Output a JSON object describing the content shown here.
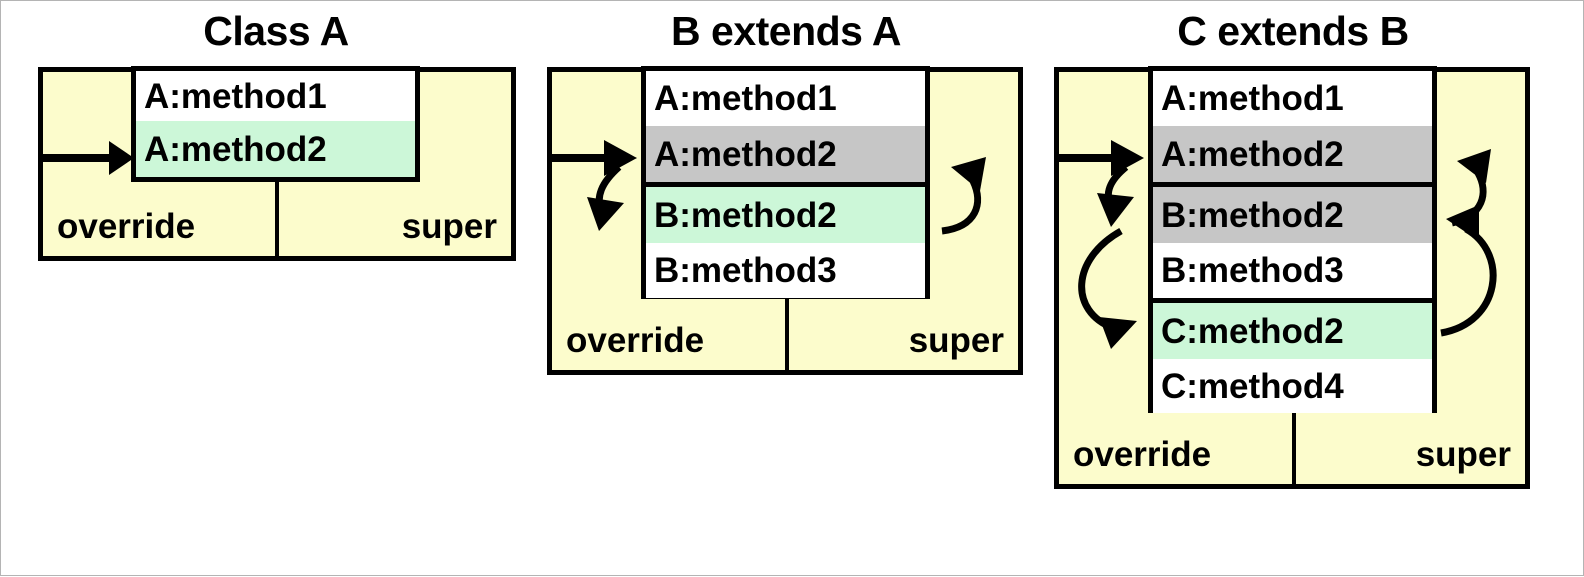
{
  "diagram": {
    "title_hidden": "Java method override / super resolution diagram",
    "colors": {
      "panel_fill": "#fcfccc",
      "highlight_green": "#ccf7d8",
      "highlight_gray": "#c6c6c6",
      "plain": "#ffffff",
      "stroke": "#000000"
    },
    "footer_labels": {
      "override": "override",
      "super": "super"
    },
    "panels": [
      {
        "id": "class-a",
        "title": "Class A",
        "groups": [
          {
            "owner": "A",
            "methods": [
              {
                "label": "A:method1",
                "state": "plain"
              },
              {
                "label": "A:method2",
                "state": "green"
              }
            ]
          }
        ],
        "footer": {
          "override": "override",
          "super": "super"
        },
        "override_arrows": 1,
        "super_arrows": 0
      },
      {
        "id": "b-extends-a",
        "title": "B extends A",
        "groups": [
          {
            "owner": "A",
            "methods": [
              {
                "label": "A:method1",
                "state": "plain"
              },
              {
                "label": "A:method2",
                "state": "gray"
              }
            ]
          },
          {
            "owner": "B",
            "methods": [
              {
                "label": "B:method2",
                "state": "green"
              },
              {
                "label": "B:method3",
                "state": "plain"
              }
            ]
          }
        ],
        "footer": {
          "override": "override",
          "super": "super"
        },
        "override_arrows": 2,
        "super_arrows": 1
      },
      {
        "id": "c-extends-b",
        "title": "C extends B",
        "groups": [
          {
            "owner": "A",
            "methods": [
              {
                "label": "A:method1",
                "state": "plain"
              },
              {
                "label": "A:method2",
                "state": "gray"
              }
            ]
          },
          {
            "owner": "B",
            "methods": [
              {
                "label": "B:method2",
                "state": "gray"
              },
              {
                "label": "B:method3",
                "state": "plain"
              }
            ]
          },
          {
            "owner": "C",
            "methods": [
              {
                "label": "C:method2",
                "state": "green"
              },
              {
                "label": "C:method4",
                "state": "plain"
              }
            ]
          }
        ],
        "footer": {
          "override": "override",
          "super": "super"
        },
        "override_arrows": 3,
        "super_arrows": 2
      }
    ]
  }
}
